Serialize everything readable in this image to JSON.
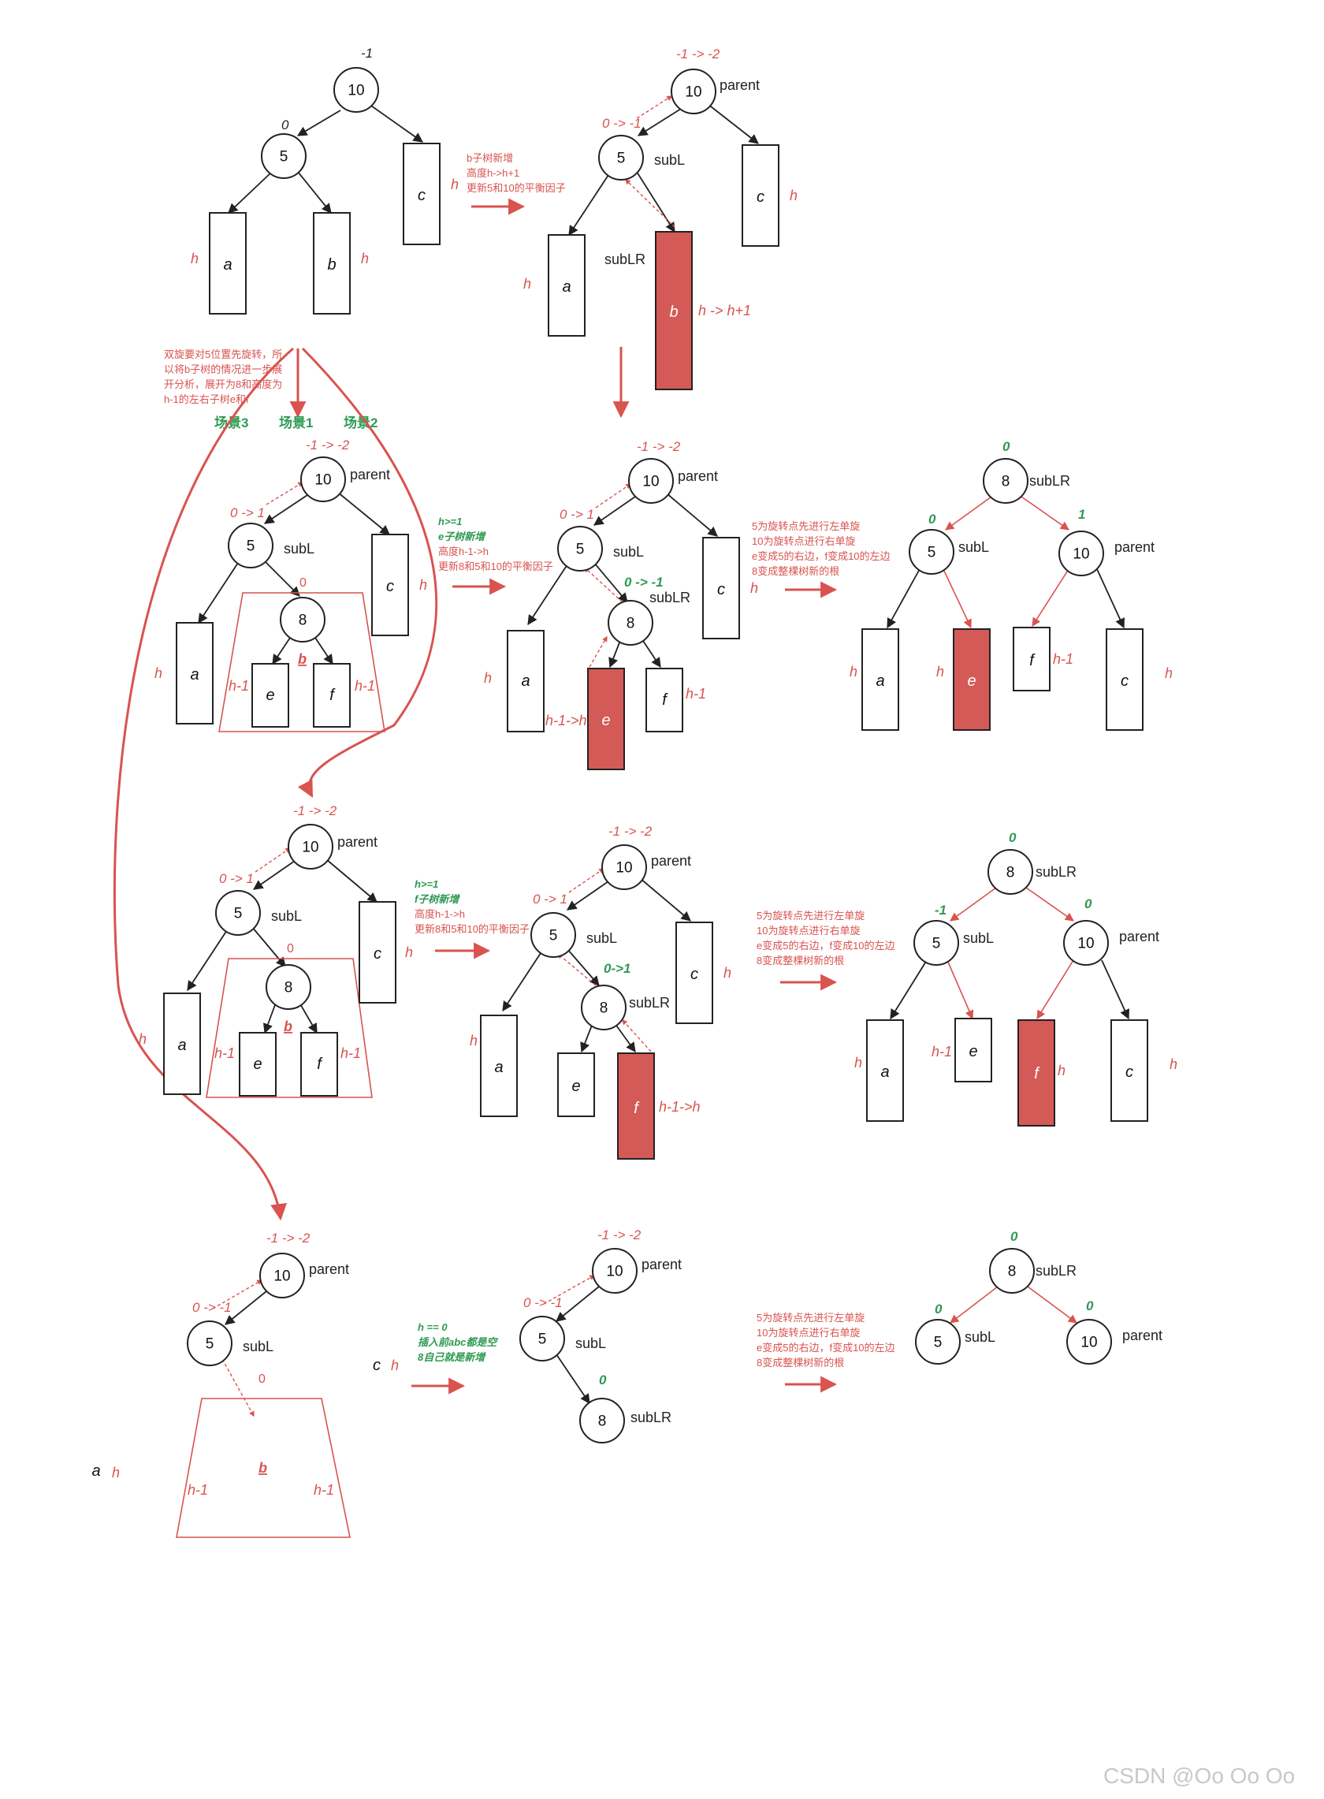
{
  "labels": {
    "parent": "parent",
    "subL": "subL",
    "subLR": "subLR",
    "h": "h",
    "h_minus_1": "h-1",
    "sub_a": "a",
    "sub_b": "b",
    "sub_c": "c",
    "sub_e": "e",
    "sub_f": "f",
    "n10": "10",
    "n5": "5",
    "n8": "8"
  },
  "balance_factors": {
    "bf_minus1": "-1",
    "bf_zero": "0",
    "bf_one": "1",
    "bf_m1_to_m2": "-1 -> -2",
    "bf_0_to_m1": "0 -> -1",
    "bf_0_to_1": "0 -> 1",
    "bf_0_to_m1_green": "0 -> -1",
    "bf_0_to_1_green": "0->1"
  },
  "heights": {
    "h_to_h1": "h -> h+1",
    "h1_to_h": "h-1->h"
  },
  "notes": {
    "b_new_1": "b子树新增",
    "b_new_2": "高度h->h+1",
    "b_new_3": "更新5和10的平衡因子",
    "double_1": "双旋要对5位置先旋转，所",
    "double_2": "以将b子树的情况进一步展",
    "double_3": "开分析，展开为8和高度为",
    "double_4": "h-1的左右子树e和f",
    "scene1": "场景1",
    "scene2": "场景2",
    "scene3": "场景3",
    "e_cond": "h>=1",
    "e_new": "e子树新增",
    "e_h": "高度h-1->h",
    "e_update": "更新8和5和10的平衡因子",
    "f_cond": "h>=1",
    "f_new": "f子树新增",
    "f_h": "高度h-1->h",
    "f_update": "更新8和5和10的平衡因子",
    "r_1": "5为旋转点先进行左单旋",
    "r_2": "10为旋转点进行右单旋",
    "r_3": "e变成5的右边，f变成10的左边",
    "r_4": "8变成整棵树新的根",
    "z_cond": "h == 0",
    "z_1": "插入前abc都是空",
    "z_2": "8自己就是新增"
  },
  "watermark": "CSDN @Oo Oo Oo"
}
